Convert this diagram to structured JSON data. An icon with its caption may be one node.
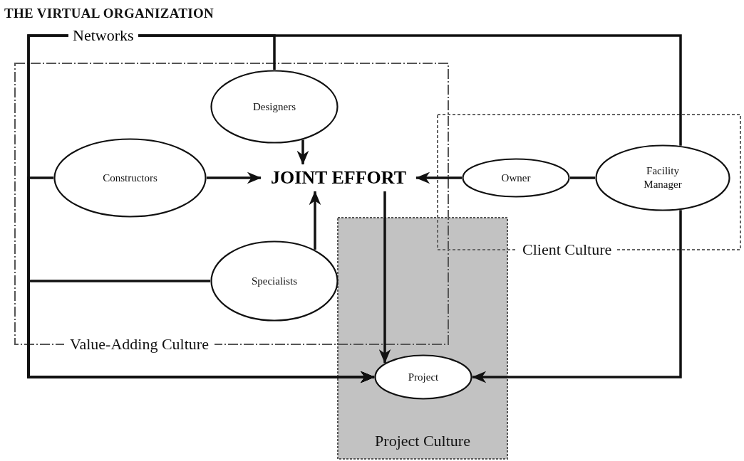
{
  "diagram": {
    "title": "THE VIRTUAL ORGANIZATION",
    "nodes": [
      {
        "text": [
          "Value-Adding Culture"
        ]
      },
      {
        "text": [
          "Designers"
        ],
        "in": 0
      },
      {
        "text": [
          "Constructors"
        ],
        "in": 0
      },
      {
        "text": [
          "JOINT EFFORT"
        ],
        "in": 0
      },
      {
        "text": [
          "Specialists"
        ],
        "in": 0
      },
      {
        "text": [
          "Client Culture"
        ]
      },
      {
        "text": [
          "Owner"
        ],
        "in": 5
      },
      {
        "text": [
          "Facility Manager"
        ],
        "in": 5
      },
      {
        "text": [
          "Project Culture"
        ]
      },
      {
        "text": [
          "Project"
        ],
        "in": 8
      }
    ],
    "edges": [
      {
        "from": 1,
        "to": 3,
        "arrow": "to"
      },
      {
        "from": 2,
        "to": 3,
        "arrow": "to"
      },
      {
        "from": 4,
        "to": 3,
        "arrow": "to"
      },
      {
        "from": 6,
        "to": 3,
        "arrow": "to"
      },
      {
        "from": 6,
        "to": 7,
        "arrow": "none"
      },
      {
        "from": 3,
        "to": 9,
        "arrow": "to"
      },
      {
        "from": 1,
        "to": 9,
        "arrow": "to"
      },
      {
        "from": 2,
        "to": 9,
        "arrow": "to"
      },
      {
        "from": 4,
        "to": 9,
        "arrow": "to"
      },
      {
        "from": 7,
        "to": 9,
        "arrow": "to"
      },
      {
        "from": 7,
        "to": 9,
        "arrow": "to"
      }
    ],
    "labels": [
      "Networks"
    ]
  }
}
